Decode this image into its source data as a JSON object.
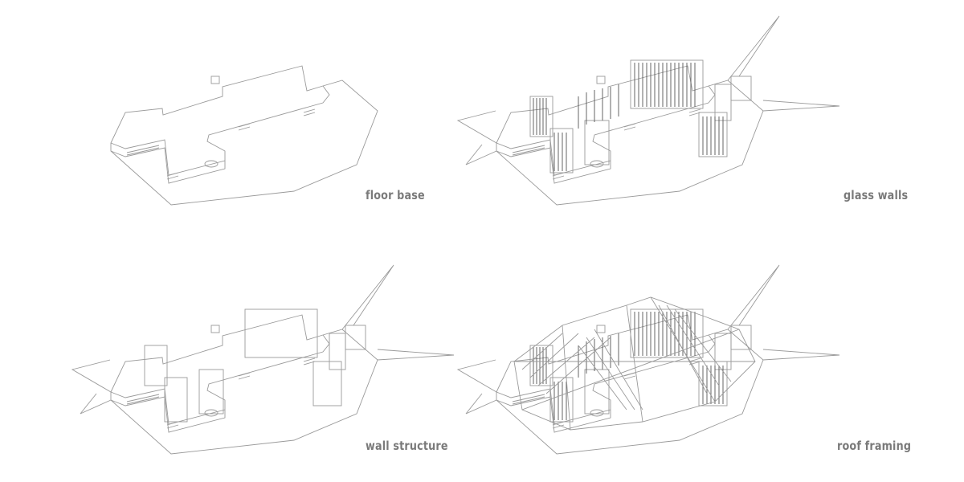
{
  "panels": [
    {
      "label": "floor base"
    },
    {
      "label": "glass walls"
    },
    {
      "label": "wall structure"
    },
    {
      "label": "roof framing"
    }
  ]
}
